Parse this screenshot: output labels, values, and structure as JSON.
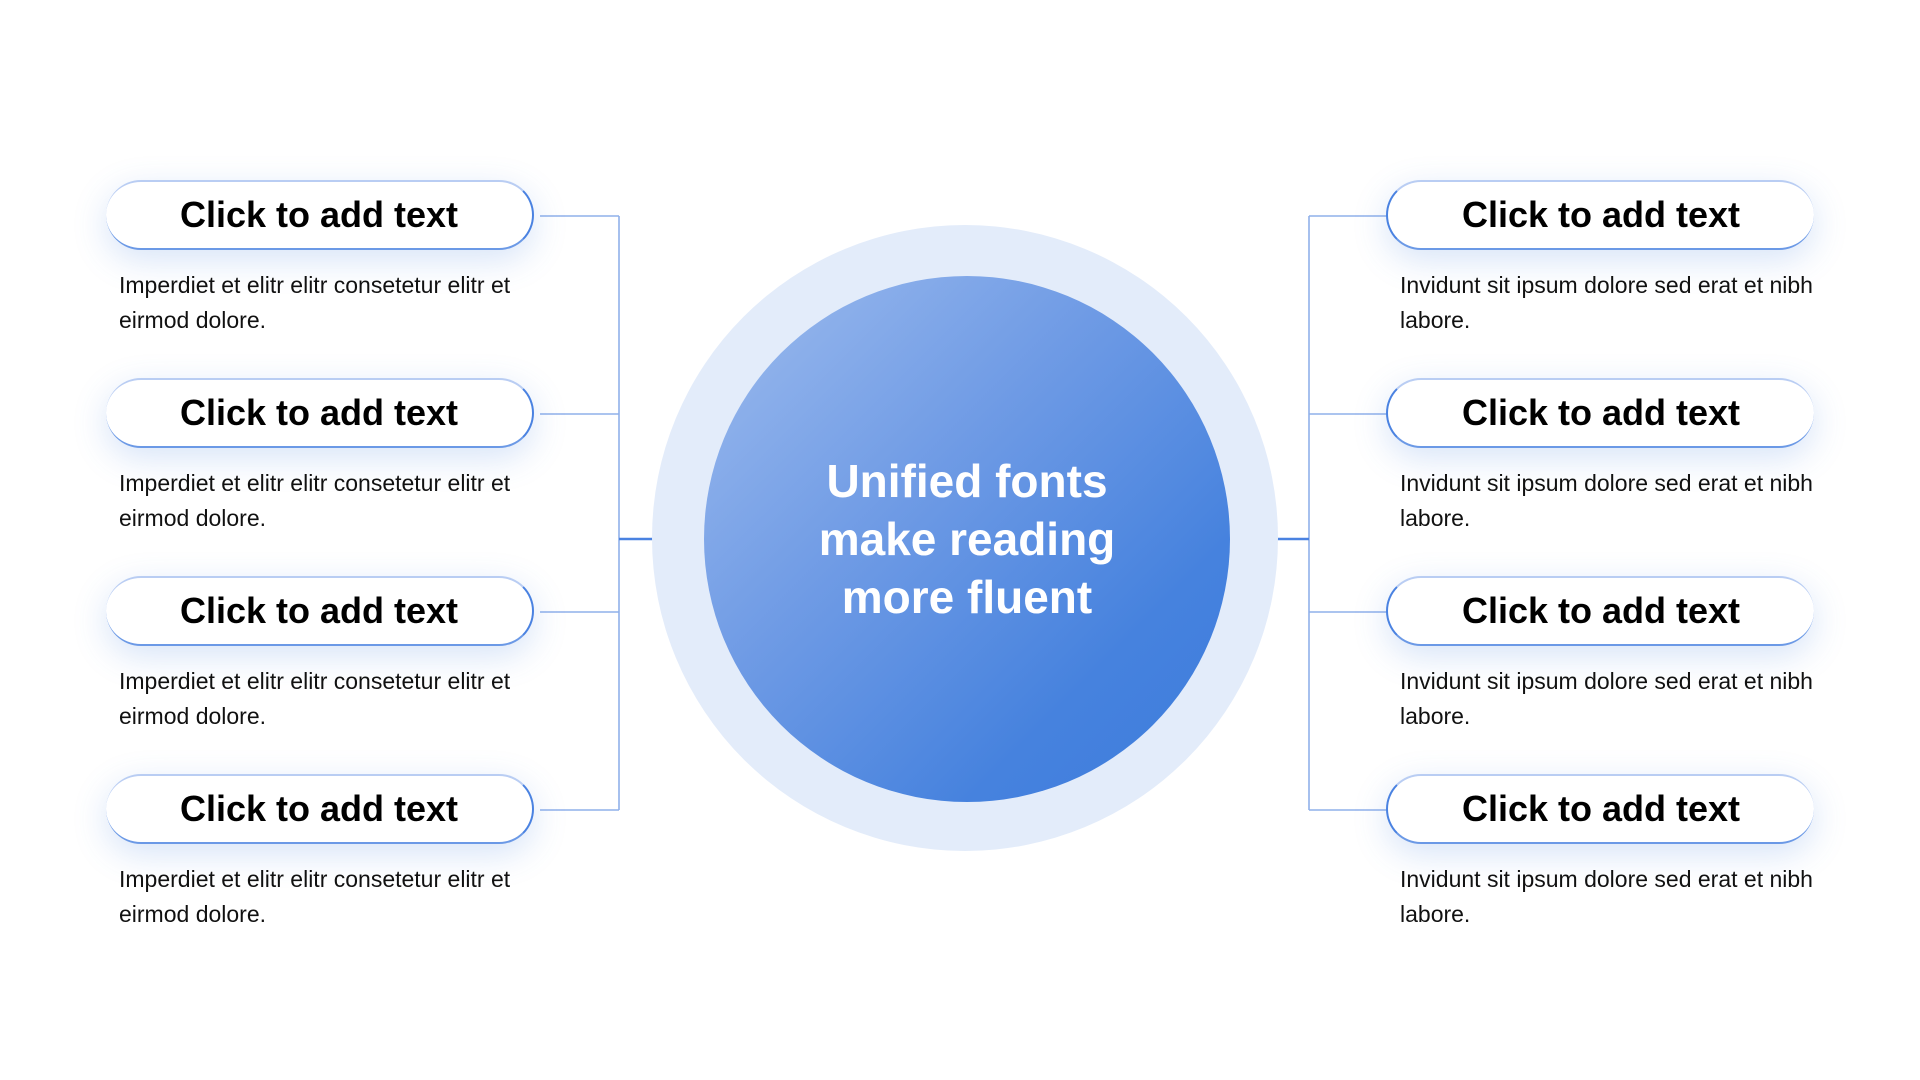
{
  "center": {
    "text": "Unified fonts\nmake reading\nmore fluent"
  },
  "left_items": [
    {
      "title": "Click to add text",
      "description": "Imperdiet et elitr elitr consetetur elitr et eirmod dolore."
    },
    {
      "title": "Click to add text",
      "description": "Imperdiet et elitr elitr consetetur elitr et eirmod dolore."
    },
    {
      "title": "Click to add text",
      "description": "Imperdiet et elitr elitr consetetur elitr et eirmod dolore."
    },
    {
      "title": "Click to add text",
      "description": "Imperdiet et elitr elitr consetetur elitr et eirmod dolore."
    }
  ],
  "right_items": [
    {
      "title": "Click to add text",
      "description": "Invidunt sit ipsum dolore sed erat et nibh labore."
    },
    {
      "title": "Click to add text",
      "description": "Invidunt sit ipsum dolore sed erat et nibh labore."
    },
    {
      "title": "Click to add text",
      "description": "Invidunt sit ipsum dolore sed erat et nibh labore."
    },
    {
      "title": "Click to add text",
      "description": "Invidunt sit ipsum dolore sed erat et nibh labore."
    }
  ],
  "colors": {
    "accent": "#4a82e1",
    "ring": "#e3ecfa",
    "connector": "#7ea3e6"
  }
}
